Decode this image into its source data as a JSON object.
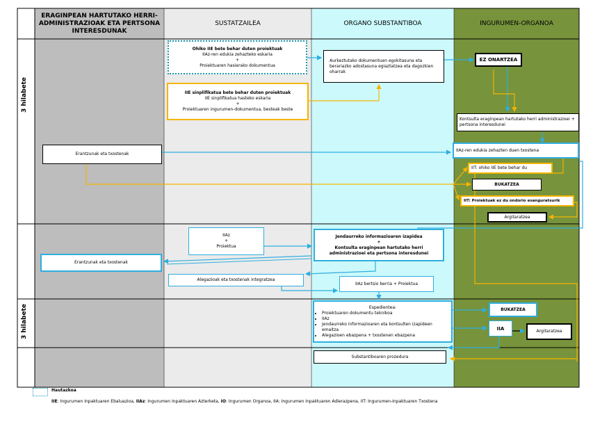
{
  "columns": {
    "c1": "ERAGINPEAN HARTUTAKO HERRI-ADMINISTRAZIOAK ETA PERTSONA INTERESDUNAK",
    "c2": "SUSTATZAILEA",
    "c3": "ORGANO SUBSTANTIBOA",
    "c4": "INGURUMEN-ORGANOA"
  },
  "row_labels": {
    "r1": "3 hilabete",
    "r2": "3 hilabete"
  },
  "boxes": {
    "ohiko_title": "Ohiko IIE bete behar duten proiektuak",
    "ohiko_l1": "IIAz-ren edukia zehazteko eskaria",
    "ohiko_plus": "+",
    "ohiko_l2": "Proiektuaren hasierako dokumentua",
    "simp_title": "IIE sinplifikatua bete behar duten proiektuak",
    "simp_l1": "IIE sinplifikatua hasteko eskaria",
    "simp_plus": "+",
    "simp_l2": "Proiektuaren ingurumen-dokumentua, besteak beste",
    "aurkez": "Aurkeztutako dokumentuen egokitasuna eta berariazko adostasuna egiaztatzea eta dagozkien oharrak",
    "ez_onartzea": "EZ ONARTZEA",
    "kontsulta1": "Kontsulta eraginpean hartutako herri administrazioei + pertsona interesdunei",
    "erantzunak1": "Erantzunak eta txostenak",
    "iiaz_edukia": "IIAz-ren edukia zehazten duen txostena",
    "iit_ohiko": "IIT: ohiko IIE bete behar du",
    "bukatzea1": "BUKATZEA",
    "iit_proiektuak": "IIT: Proiektuak ez du ondorio esanguratsurik",
    "argitaratzea1": "Argitaratzea",
    "iiaz_proiektua_l1": "IIAz",
    "iiaz_proiektua_plus": "+",
    "iiaz_proiektua_l2": "Proiektua",
    "jendaurreko_l1": "Jendaurreko informazioaren izapidea",
    "jendaurreko_plus": "+",
    "jendaurreko_l2": "Kontsulta eraginpean hartutako herri administrazioei eta pertsona interesdunei",
    "erantzunak2": "Erantzunak eta txostenak",
    "alegazioak": "Alegazioak eta txostenak integratzea",
    "iiaz_bertsio": "IIAz bertsio berria + Proiektua",
    "espedientea_title": "Espedientea:",
    "espedientea_items": [
      "Proiektuaren dokumentu teknikoa",
      "IIAz",
      "Jendaurreko informazioaren eta kontsulten izapideen emaitza",
      "Alegazioen ebazpena + txostenen ebazpena"
    ],
    "bukatzea2": "BUKATZEA",
    "iia": "IIA",
    "argitaratzea2": "Argitaratzea",
    "substantiboa": "Substantiboaren prozedura"
  },
  "legend": {
    "hautazkoa": "Hautazkoa",
    "abbr_label_1": "IIE",
    "abbr_text_1": ": Ingurumen Inpaktuaren Ebaluazioa, ",
    "abbr_label_2": "IIAz",
    "abbr_text_2": ": Ingurumen Inpaktuaren Azterketa, ",
    "abbr_label_3": "IO",
    "abbr_text_3": ": Ingurumen Organoa, IIA: Ingurumen Inpaktuaren Adierazpena, IIT: Ingurumen-Inpaktuaren Txostena"
  },
  "colors": {
    "lane1": "#bdbdbd",
    "lane2": "#ebebeb",
    "lane3": "#ccf9fb",
    "lane4": "#77933c",
    "blue": "#2eaee0",
    "orange": "#f5b400"
  }
}
